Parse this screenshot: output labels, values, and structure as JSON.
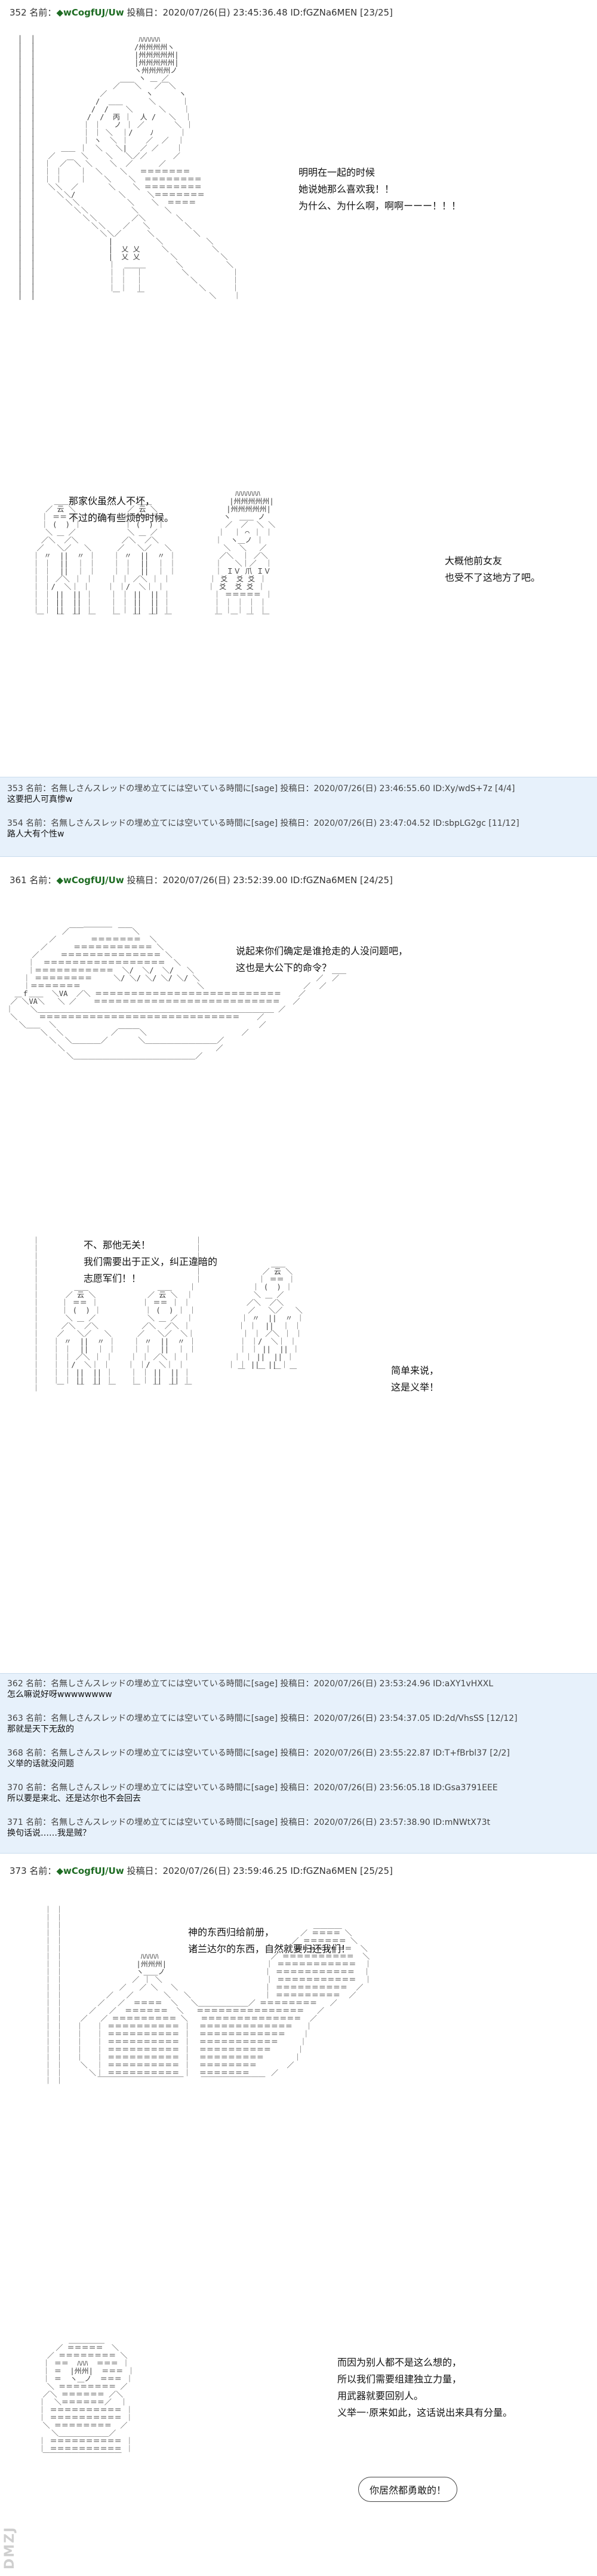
{
  "posts": [
    {
      "header": {
        "num": "352",
        "label": "名前：",
        "name": "◆wCogfUJ/Uw",
        "date": "投稿日：2020/07/26(日) 23:45:36.48 ID:fGZNa6MEN [23/25]"
      },
      "lines": [
        "明明在一起的时候",
        "她说她那么喜欢我！！",
        "为什么、为什么啊，啊啊ーーー！！！"
      ],
      "lines2": [
        "那家伙虽然人不坏，",
        "不过的确有些烦的时候。"
      ],
      "lines3": [
        "大概他前女友",
        "也受不了这地方了吧。"
      ]
    },
    {
      "header": {
        "num": "361",
        "label": "名前：",
        "name": "◆wCogfUJ/Uw",
        "date": "投稿日：2020/07/26(日) 23:52:39.00 ID:fGZNa6MEN [24/25]"
      },
      "lines": [
        "说起来你们确定是谁抢走的人没问题吧，",
        "这也是大公下的命令？"
      ],
      "lines2": [
        "不、那他无关！",
        "我们需要出于正义，纠正違暗的",
        "志愿军们！！"
      ],
      "lines3": [
        "简单来说，",
        "这是义举！"
      ]
    },
    {
      "header": {
        "num": "373",
        "label": "名前：",
        "name": "◆wCogfUJ/Uw",
        "date": "投稿日：2020/07/26(日) 23:59:46.25 ID:fGZNa6MEN [25/25]"
      },
      "lines": [
        "神的东西归给前册，",
        "诸兰达尔的东西，自然就要归还我们！"
      ],
      "lines2": [
        "而因为别人都不是这么想的，",
        "所以我们需要组建独立力量，",
        "用武器就要回别人。",
        "义举一·原来如此，这话说出来具有分量。"
      ],
      "bubble": "你居然都勇敢的！"
    }
  ],
  "comments1": [
    {
      "hdr": "353 名前：名無しさんスレッドの埋め立てには空いている時間に[sage] 投稿日：2020/07/26(日) 23:46:55.60 ID:Xy/wdS+7z [4/4]",
      "body": "这要把人可真惨w"
    },
    {
      "hdr": "354 名前：名無しさんスレッドの埋め立てには空いている時間に[sage] 投稿日：2020/07/26(日) 23:47:04.52 ID:sbpLG2gc [11/12]",
      "body": "路人大有个性w"
    }
  ],
  "comments2": [
    {
      "hdr": "362 名前：名無しさんスレッドの埋め立てには空いている時間に[sage] 投稿日：2020/07/26(日) 23:53:24.96 ID:aXY1vHXXL",
      "body": "怎么嘛说好呀wwwwwwww"
    },
    {
      "hdr": "363 名前：名無しさんスレッドの埋め立てには空いている時間に[sage] 投稿日：2020/07/26(日) 23:54:37.05 ID:2d/VhsSS [12/12]",
      "body": "那就是天下无敌的"
    },
    {
      "hdr": "368 名前：名無しさんスレッドの埋め立てには空いている時間に[sage] 投稿日：2020/07/26(日) 23:55:22.87 ID:T+fBrbl37 [2/2]",
      "body": "义举的话就没问题"
    },
    {
      "hdr": "370 名前：名無しさんスレッドの埋め立てには空いている時間に[sage] 投稿日：2020/07/26(日) 23:56:05.18 ID:Gsa3791EEE",
      "body": "所以要是来北、还是达尔也不会回去"
    },
    {
      "hdr": "371 名前：名無しさんスレッドの埋め立てには空いている時間に[sage] 投稿日：2020/07/26(日) 23:57:38.90 ID:mNWtX73t",
      "body": "换句话说……我是贼？"
    }
  ],
  "watermark": "DMZJ"
}
